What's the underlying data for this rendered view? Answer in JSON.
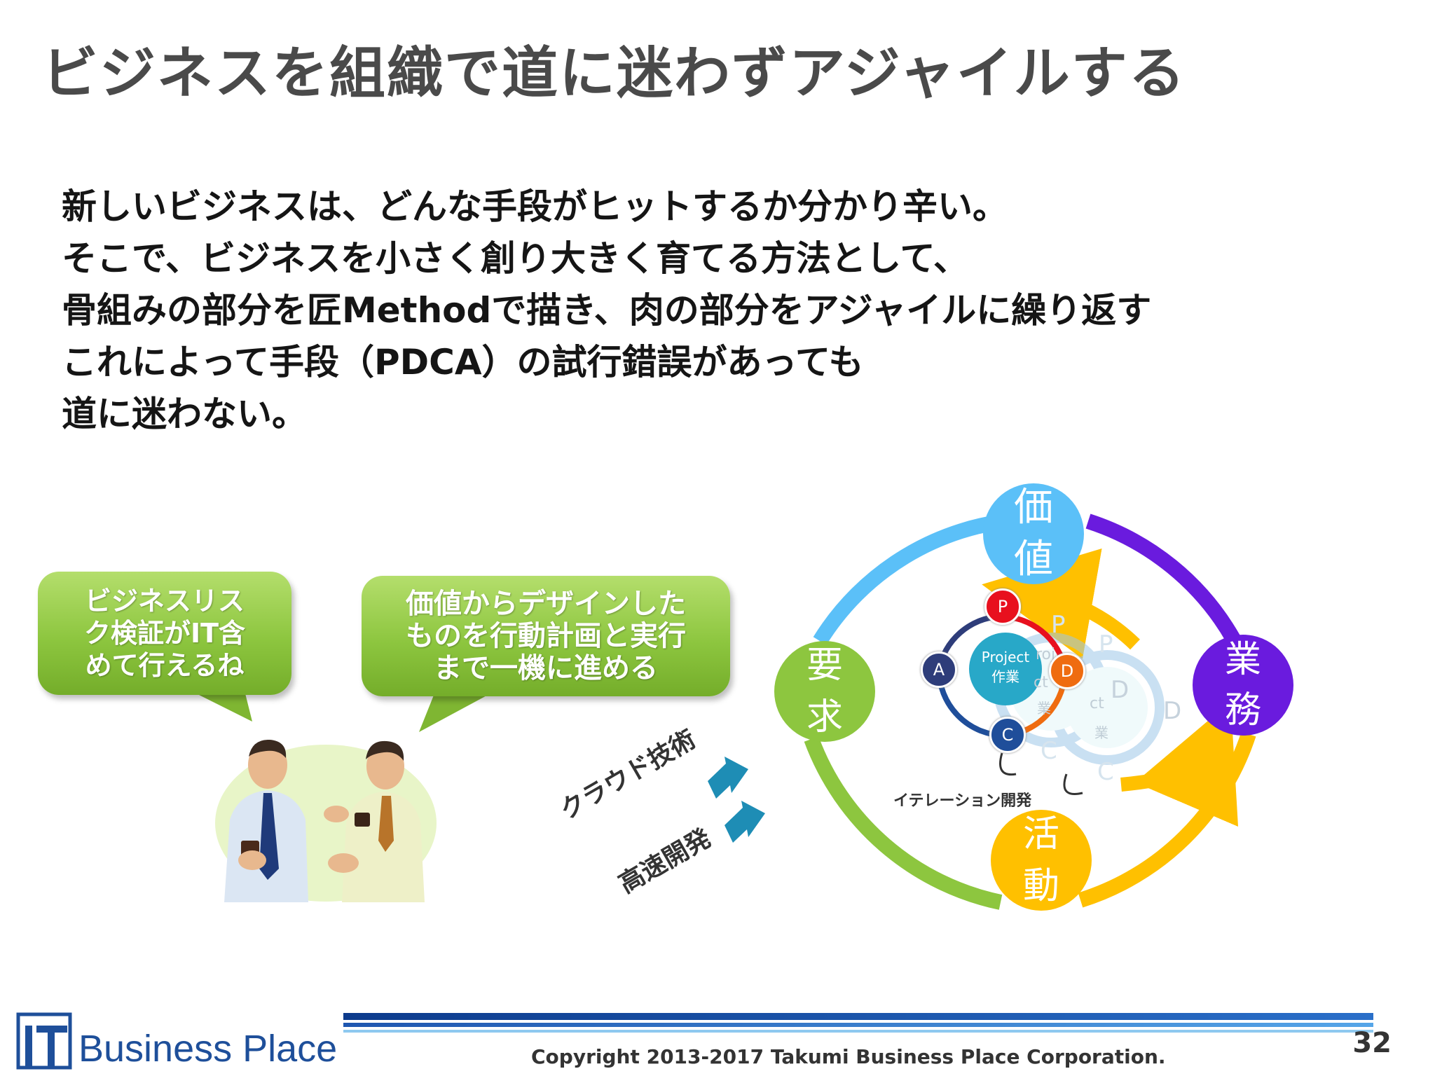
{
  "title": "ビジネスを組織で道に迷わずアジャイルする",
  "body_lines": [
    "新しいビジネスは、どんな手段がヒットするか分かり辛い。",
    "そこで、ビジネスを小さく創り大きく育てる方法として、",
    "骨組みの部分を匠Methodで描き、肉の部分をアジャイルに繰り返す",
    "これによって手段（PDCA）の試行錯誤があっても",
    "道に迷わない。"
  ],
  "bubbles": {
    "left": "ビジネスリス\nク検証がIT含\nめて行えるね",
    "right": "価値からデザインした\nものを行動計画と実行\nまで一機に進める"
  },
  "labels": {
    "cloud": "クラウド技術",
    "fast_dev": "高速開発",
    "iteration": "イテレーション開発"
  },
  "cycle_nodes": {
    "value": [
      "価",
      "値"
    ],
    "business": [
      "業",
      "務"
    ],
    "activity": [
      "活",
      "動"
    ],
    "request": [
      "要",
      "求"
    ]
  },
  "pdca": {
    "p": "P",
    "d": "D",
    "c": "C",
    "a": "A",
    "center_line1": "Project",
    "center_line2": "作業",
    "ghost_p": "P",
    "ghost_d": "D",
    "ghost_c": "C",
    "ghost_text1": "roj",
    "ghost_text2": "ct",
    "ghost_text3": "業"
  },
  "colors": {
    "value": "#5bc0f8",
    "business": "#6a1bde",
    "activity": "#ffc000",
    "request": "#8dc63f",
    "p": "#e8101e",
    "d": "#ef6c10",
    "c": "#1f4e9a",
    "a": "#2e3d7a",
    "center": "#28a8c8"
  },
  "footer": {
    "logo_text": "Business Place",
    "copyright": "Copyright  2013-2017 Takumi Business Place Corporation.",
    "page": "32"
  }
}
